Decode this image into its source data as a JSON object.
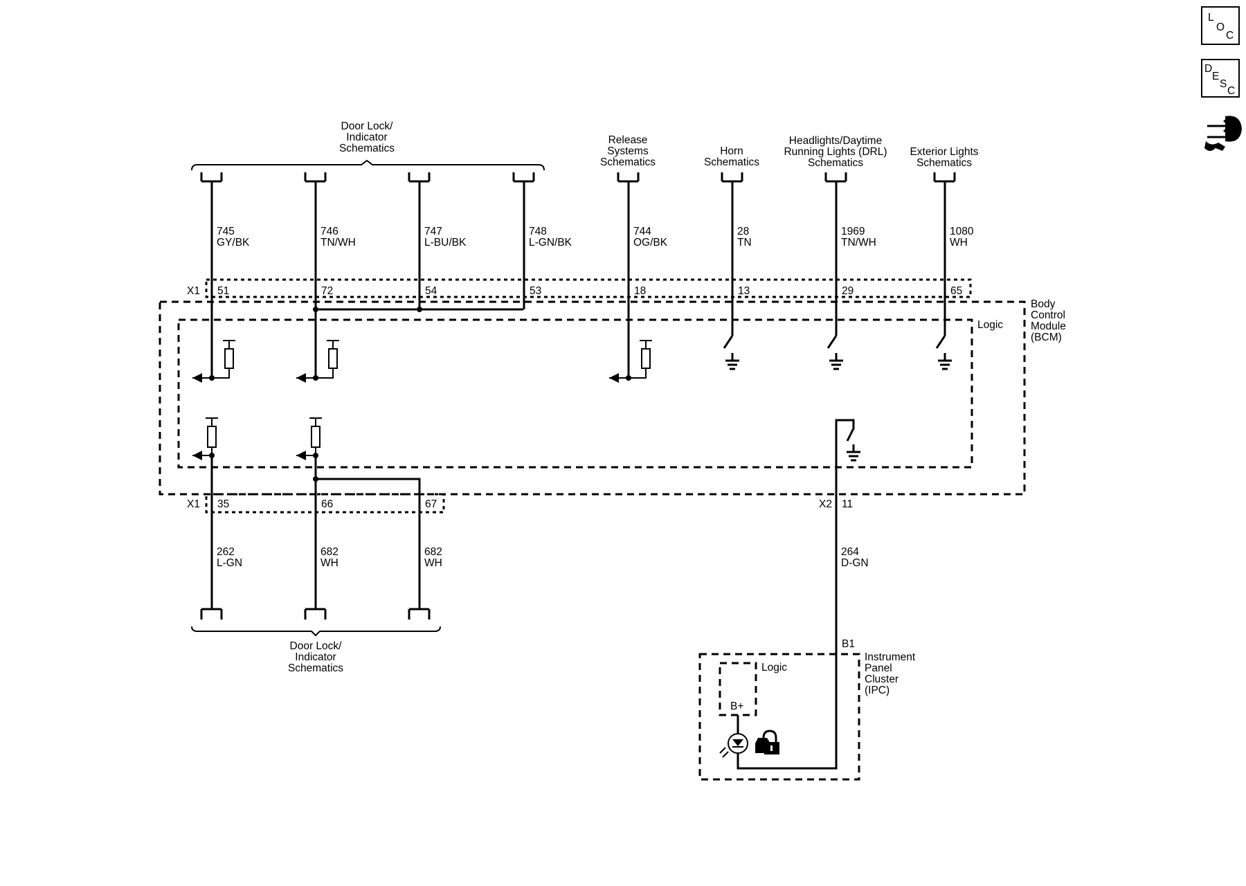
{
  "nav": {
    "loc": [
      "L",
      "O",
      "C"
    ],
    "desc": [
      "D",
      "E",
      "S",
      "C"
    ]
  },
  "top_groups": {
    "door_lock": [
      "Door Lock/",
      "Indicator",
      "Schematics"
    ],
    "release": [
      "Release",
      "Systems",
      "Schematics"
    ],
    "horn": [
      "Horn",
      "Schematics"
    ],
    "headlights": [
      "Headlights/Daytime",
      "Running Lights (DRL)",
      "Schematics"
    ],
    "exterior": [
      "Exterior Lights",
      "Schematics"
    ]
  },
  "top_wires": [
    {
      "circuit": "745",
      "color": "GY/BK",
      "pin": "51"
    },
    {
      "circuit": "746",
      "color": "TN/WH",
      "pin": "72"
    },
    {
      "circuit": "747",
      "color": "L-BU/BK",
      "pin": "54"
    },
    {
      "circuit": "748",
      "color": "L-GN/BK",
      "pin": "53"
    },
    {
      "circuit": "744",
      "color": "OG/BK",
      "pin": "18"
    },
    {
      "circuit": "28",
      "color": "TN",
      "pin": "13"
    },
    {
      "circuit": "1969",
      "color": "TN/WH",
      "pin": "29"
    },
    {
      "circuit": "1080",
      "color": "WH",
      "pin": "65"
    }
  ],
  "connectors": {
    "x1_top": "X1",
    "x1_bottom": "X1",
    "x2": "X2",
    "b1": "B1"
  },
  "bcm": {
    "label": [
      "Body",
      "Control",
      "Module",
      "(BCM)"
    ],
    "logic": "Logic"
  },
  "bottom_wires": [
    {
      "circuit": "262",
      "color": "L-GN",
      "pin": "35"
    },
    {
      "circuit": "682",
      "color": "WH",
      "pin": "66"
    },
    {
      "circuit": "682",
      "color": "WH",
      "pin": "67"
    },
    {
      "circuit": "264",
      "color": "D-GN",
      "pin": "11"
    }
  ],
  "bottom_group": {
    "door_lock": [
      "Door Lock/",
      "Indicator",
      "Schematics"
    ]
  },
  "ipc": {
    "label": [
      "Instrument",
      "Panel",
      "Cluster",
      "(IPC)"
    ],
    "logic": "Logic",
    "supply": "B+"
  }
}
